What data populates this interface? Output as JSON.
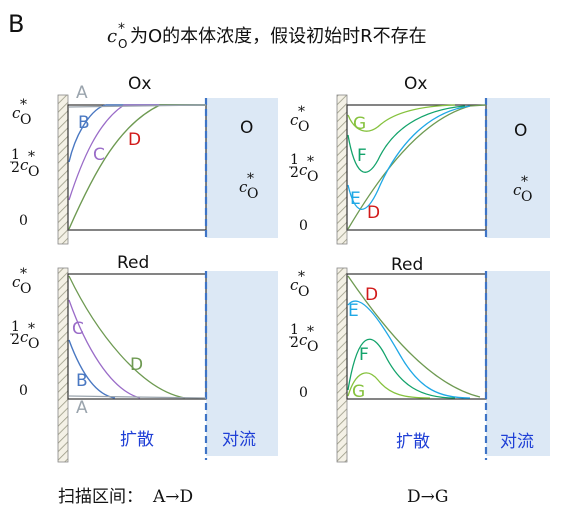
{
  "figure_label": "B",
  "title": "为O的本体浓度，假设初始时R不存在",
  "title_symbol": "c",
  "title_symbol_sub": "O",
  "title_symbol_sup": "*",
  "panels": {
    "ox_left": "Ox",
    "ox_right": "Ox",
    "red_left": "Red",
    "red_right": "Red"
  },
  "axis_labels": {
    "top": "c",
    "top_sub": "O",
    "top_sup": "*",
    "half_num": "1",
    "half_den": "2",
    "half_sym": "c",
    "half_sub": "O",
    "half_sup": "*",
    "zero": "0"
  },
  "bulk": {
    "species": "O",
    "conc": "c",
    "conc_sub": "O",
    "conc_sup": "*"
  },
  "regions": {
    "diffusion": "扩散",
    "convection": "对流"
  },
  "footer": {
    "label": "扫描区间：",
    "range_forward": "A→D",
    "range_reverse": "D→G"
  },
  "curve_labels": {
    "A": "A",
    "B": "B",
    "C": "C",
    "D": "D",
    "E": "E",
    "F": "F",
    "G": "G"
  },
  "colors": {
    "A": "#9aa4ad",
    "B": "#4a78c2",
    "C": "#9a6cc8",
    "D": "#6e9a52",
    "D_label": "#d11a1a",
    "E": "#1fa8e6",
    "F": "#13a36b",
    "G": "#86c23e",
    "convection_bg": "#dce8f5",
    "dash": "#3e74c6",
    "region_text": "#1f3fd6"
  }
}
